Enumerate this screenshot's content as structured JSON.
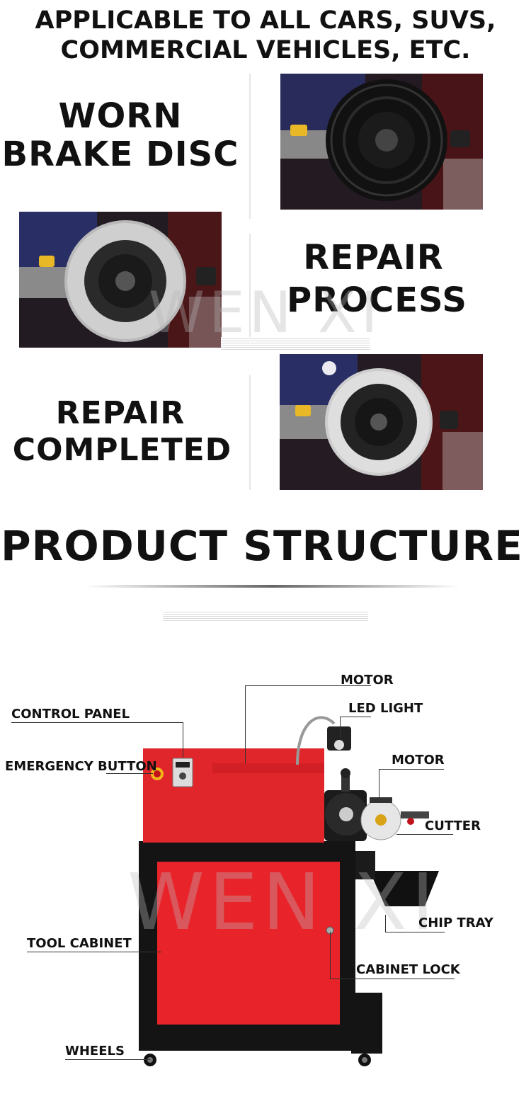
{
  "header": {
    "line1": "APPLICABLE TO ALL CARS, SUVS,",
    "line2": "COMMERCIAL VEHICLES, ETC."
  },
  "stages": {
    "worn": {
      "line1": "WORN",
      "line2": "BRAKE DISC"
    },
    "process": {
      "line1": "REPAIR",
      "line2": "PROCESS"
    },
    "completed": {
      "line1": "REPAIR",
      "line2": "COMPLETED"
    }
  },
  "watermark": "WEN XI",
  "structure": {
    "title": "PRODUCT STRUCTURE",
    "labels": {
      "motor_top": "MOTOR",
      "led_light": "LED LIGHT",
      "control_panel": "CONTROL PANEL",
      "motor_side": "MOTOR",
      "emergency_button": "EMERGENCY BUTTON",
      "cutter": "CUTTER",
      "chip_tray": "CHIP TRAY",
      "tool_cabinet": "TOOL CABINET",
      "cabinet_lock": "CABINET LOCK",
      "wheels": "WHEELS"
    }
  },
  "colors": {
    "machine_red": "#e0262b",
    "machine_black": "#141414",
    "cabinet_red": "#e8232a"
  }
}
